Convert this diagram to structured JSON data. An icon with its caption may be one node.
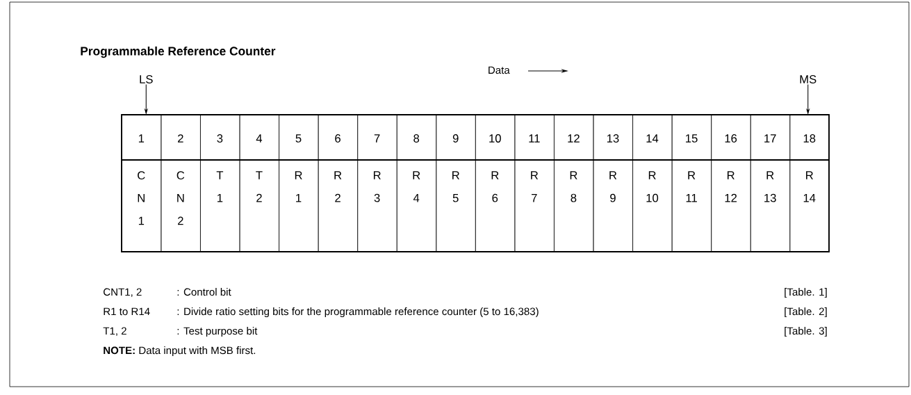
{
  "diagram": {
    "title": "Programmable Reference Counter",
    "nodes": [
      {
        "text": [
          "LS"
        ]
      },
      {
        "text": [
          "MS"
        ]
      },
      {
        "text": [
          "1",
          "C N 1"
        ]
      },
      {
        "text": [
          "2",
          "C N 2"
        ]
      },
      {
        "text": [
          "3",
          "T 1"
        ]
      },
      {
        "text": [
          "4",
          "T 2"
        ]
      },
      {
        "text": [
          "5",
          "R 1"
        ]
      },
      {
        "text": [
          "6",
          "R 2"
        ]
      },
      {
        "text": [
          "7",
          "R 3"
        ]
      },
      {
        "text": [
          "8",
          "R 4"
        ]
      },
      {
        "text": [
          "9",
          "R 5"
        ]
      },
      {
        "text": [
          "10",
          "R 6"
        ]
      },
      {
        "text": [
          "11",
          "R 7"
        ]
      },
      {
        "text": [
          "12",
          "R 8"
        ]
      },
      {
        "text": [
          "13",
          "R 9"
        ]
      },
      {
        "text": [
          "14",
          "R 10"
        ]
      },
      {
        "text": [
          "15",
          "R 11"
        ]
      },
      {
        "text": [
          "16",
          "R 12"
        ]
      },
      {
        "text": [
          "17",
          "R 13"
        ]
      },
      {
        "text": [
          "18",
          "R 14"
        ]
      }
    ],
    "edges": [
      {
        "from": 0,
        "to": 2,
        "arrow": "to"
      },
      {
        "from": 1,
        "to": 19,
        "arrow": "to"
      }
    ],
    "labels": [
      "Data",
      "CNT1, 2",
      ": Control bit",
      "[Table. 1]",
      "R1 to R14",
      ": Divide ratio setting bits for the programmable reference counter (5 to 16,383)",
      "[Table. 2]",
      "T1, 2",
      ": Test purpose bit",
      "[Table. 3]",
      "**NOTE:** Data input with MSB first."
    ]
  }
}
